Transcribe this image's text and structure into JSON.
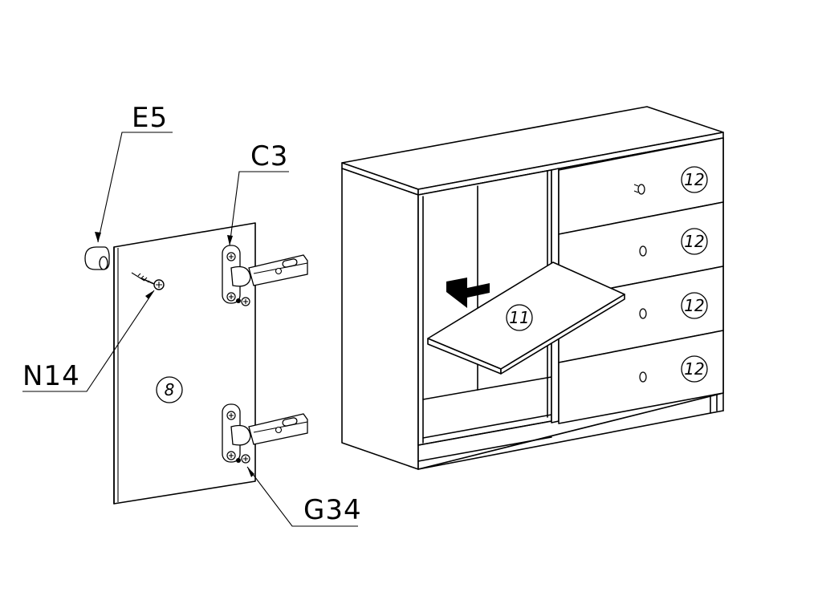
{
  "callouts": {
    "knob_label": "E5",
    "hinge_label": "C3",
    "screw_small_label": "N14",
    "screw_hinge_label": "G34"
  },
  "parts": {
    "door_number": "8",
    "shelf_number": "11",
    "drawer_numbers": [
      "12",
      "12",
      "12",
      "12"
    ]
  },
  "colors": {
    "line": "#000000",
    "background": "#ffffff",
    "arrow": "#000000"
  },
  "icons": {
    "insert_arrow": "arrow-right-icon"
  }
}
